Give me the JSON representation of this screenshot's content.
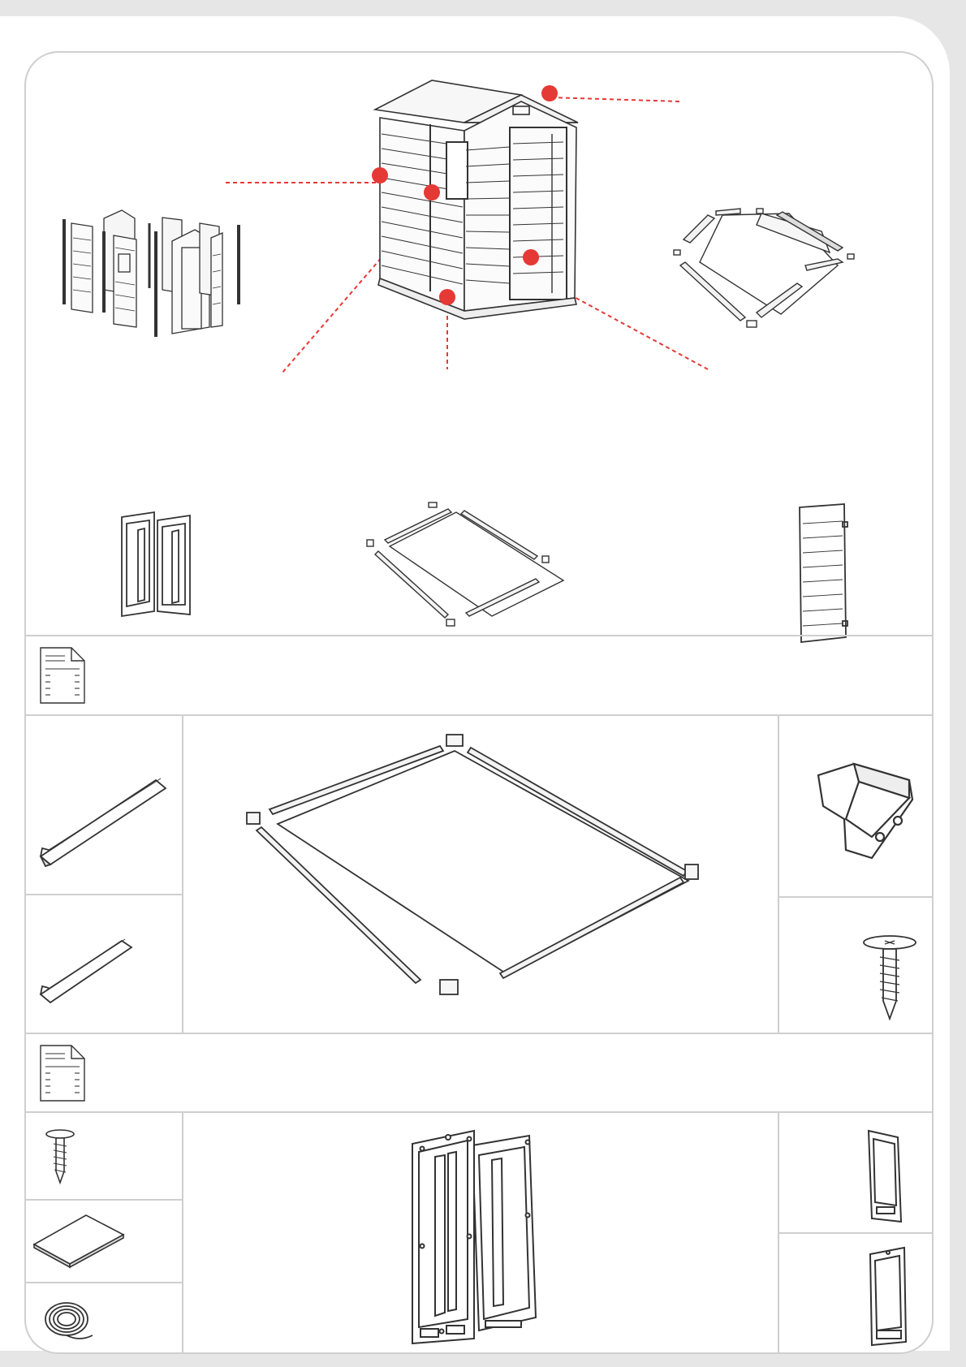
{
  "icons": {
    "document": "document-icon",
    "callout_marker": "red-dot-marker"
  },
  "colors": {
    "frame": "#cfcfcf",
    "ink": "#333333",
    "marker": "#e53935",
    "background": "#e6e6e6",
    "paper": "#ffffff"
  },
  "sections": {
    "overview": {
      "callouts": 5
    },
    "parts_row": {
      "items": 3
    },
    "floor_section": {
      "grid_cells": 5
    },
    "door_section": {
      "grid_cells": 6
    }
  }
}
